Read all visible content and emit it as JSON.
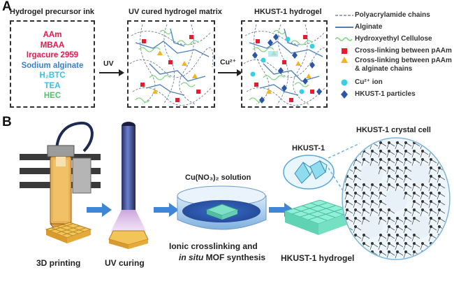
{
  "panel_a": {
    "letter": "A",
    "ink_title": "Hydrogel precursor ink",
    "ink_items": [
      {
        "text": "AAm",
        "color": "#e8174d"
      },
      {
        "text": "MBAA",
        "color": "#e8174d"
      },
      {
        "text": "Irgacure 2959",
        "color": "#e8174d"
      },
      {
        "text": "Sodium alginate",
        "color": "#3b7fd0"
      },
      {
        "text": "H₂BTC",
        "color": "#33c1e8"
      },
      {
        "text": "TEA",
        "color": "#33c1e8"
      },
      {
        "text": "HEC",
        "color": "#4fc26b"
      }
    ],
    "uv_title": "UV cured hydrogel matrix",
    "hkust_title": "HKUST-1 hydrogel",
    "arrow1_label": "UV",
    "arrow2_label": "Cu²⁺",
    "legend": [
      {
        "icon": "dashed-line-icon",
        "label": "Polyacrylamide chains"
      },
      {
        "icon": "blue-line-icon",
        "label": "Alginate"
      },
      {
        "icon": "green-wave-icon",
        "label": "Hydroxyethyl Cellulose"
      },
      {
        "icon": "red-square-icon",
        "label": "Cross-linking between pAAm"
      },
      {
        "icon": "yellow-triangle-icon",
        "label": "Cross-linking between pAAm\n& alginate chains"
      },
      {
        "icon": "cyan-circle-icon",
        "label": "Cu²⁺ ion"
      },
      {
        "icon": "blue-diamond-icon",
        "label": "HKUST-1 particles"
      }
    ],
    "colors": {
      "red": "#e41e2e",
      "yellow": "#f2b51b",
      "cyan": "#36d0e6",
      "blue": "#2c56a8",
      "green": "#7fd67f",
      "alginate": "#4a7fc0"
    }
  },
  "panel_b": {
    "letter": "B",
    "steps": {
      "printing": "3D printing",
      "curing": "UV curing",
      "crosslink_line1": "Ionic crosslinking and",
      "crosslink_line2_italic": "in situ",
      "crosslink_line2_rest": " MOF synthesis",
      "hydrogel": "HKUST-1 hydrogel"
    },
    "solution_label": "Cu(NO₃)₂ solution",
    "hkust_label": "HKUST-1",
    "crystal_label": "HKUST-1 crystal cell",
    "colors": {
      "arrow": "#3f87d6",
      "mint": "#7fe0c8",
      "lattice": "#333333"
    }
  }
}
